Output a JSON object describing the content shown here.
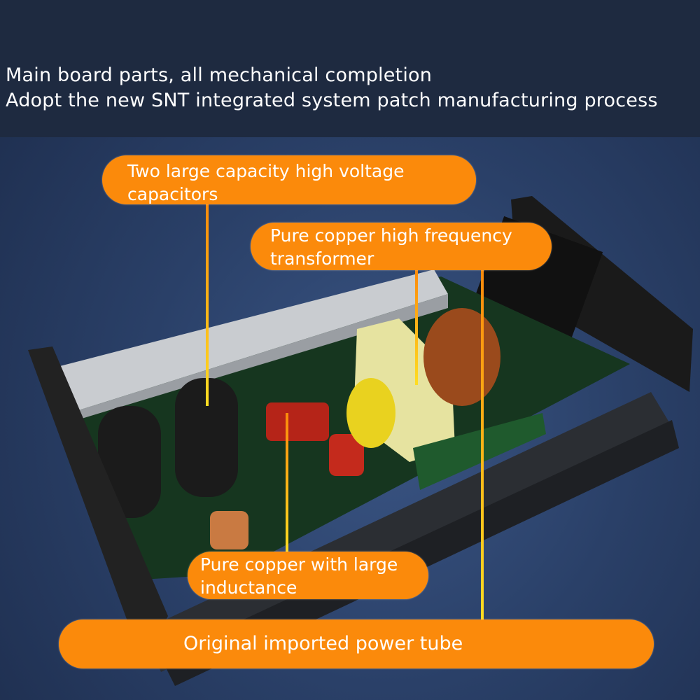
{
  "header": {
    "line1": "Main board parts, all mechanical completion",
    "line2": "Adopt the new SNT integrated system patch manufacturing process"
  },
  "callouts": {
    "capacitors": "Two large capacity high voltage capacitors",
    "transformer": "Pure copper high frequency transformer",
    "inductance": "Pure copper with large inductance",
    "power_tube": "Original imported power tube"
  },
  "colors": {
    "callout": "#fb8a0b",
    "header_bg": "#1e2a40"
  }
}
